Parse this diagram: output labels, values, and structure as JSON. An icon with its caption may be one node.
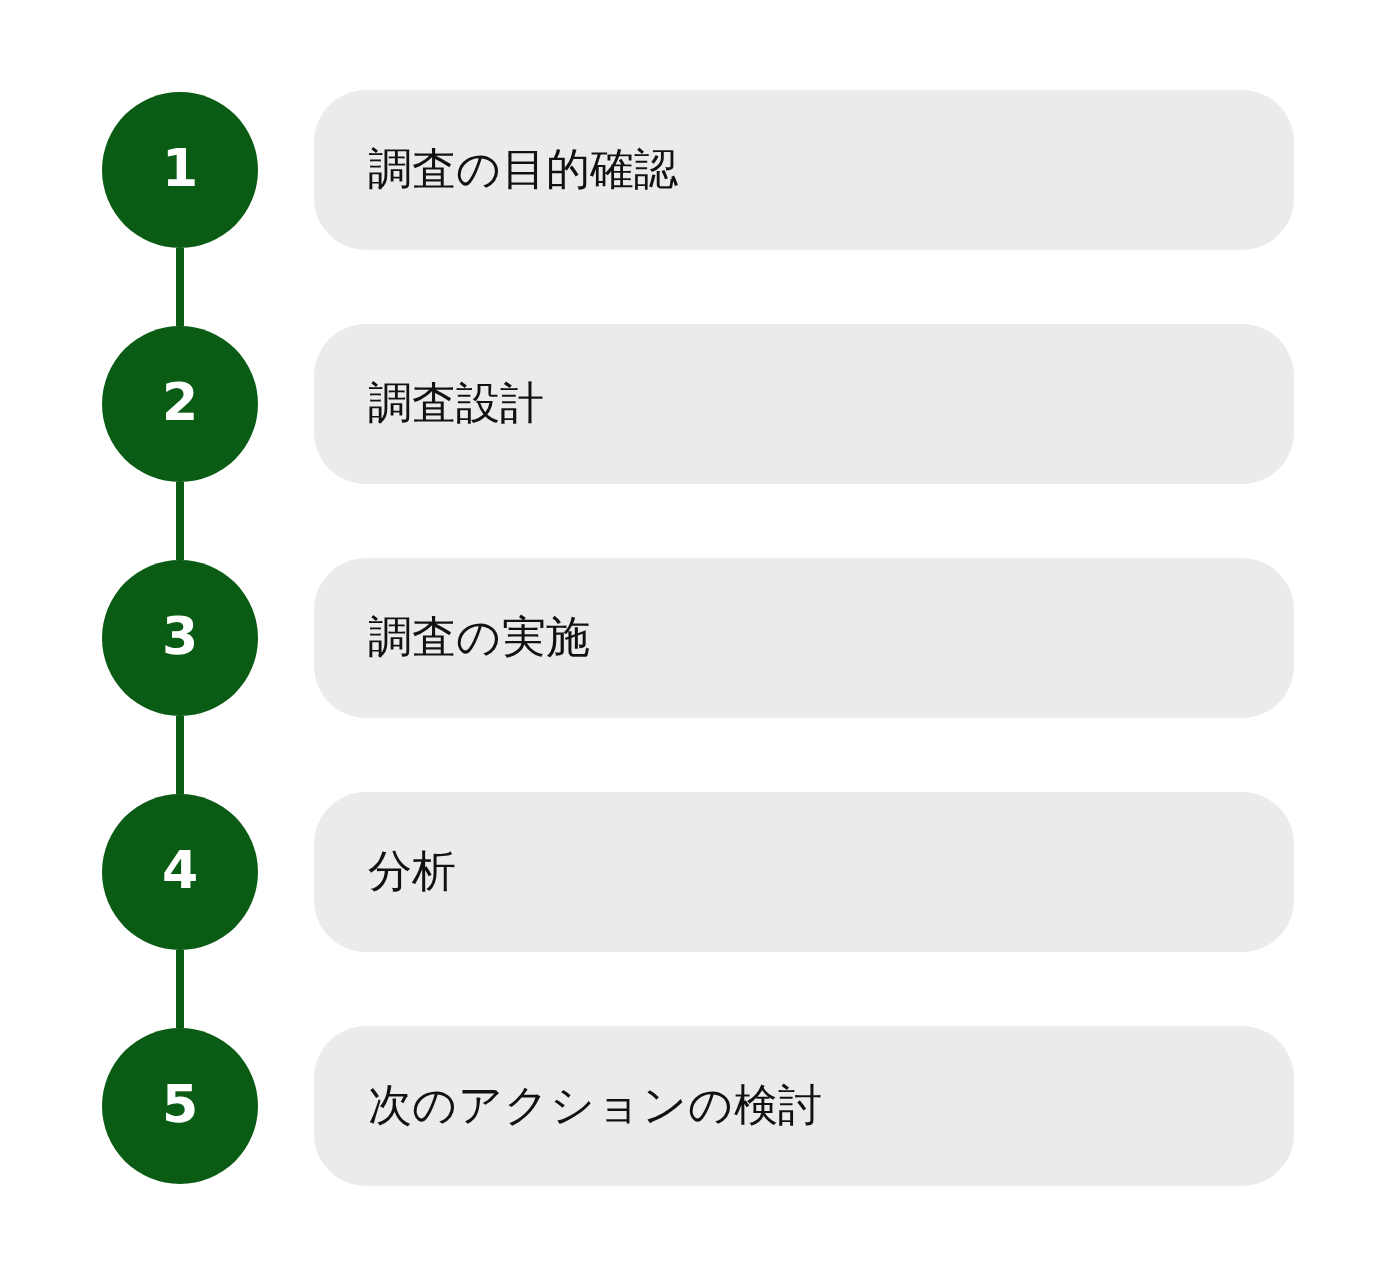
{
  "diagram": {
    "nodes": [
      {
        "text": [
          "1"
        ]
      },
      {
        "text": [
          "調査の目的確認"
        ]
      },
      {
        "text": [
          "2"
        ]
      },
      {
        "text": [
          "調査設計"
        ]
      },
      {
        "text": [
          "3"
        ]
      },
      {
        "text": [
          "調査の実施"
        ]
      },
      {
        "text": [
          "4"
        ]
      },
      {
        "text": [
          "分析"
        ]
      },
      {
        "text": [
          "5"
        ]
      },
      {
        "text": [
          "次のアクションの検討"
        ]
      }
    ],
    "edges": [
      {
        "from": 0,
        "to": 2,
        "arrow": "none"
      },
      {
        "from": 2,
        "to": 4,
        "arrow": "none"
      },
      {
        "from": 4,
        "to": 6,
        "arrow": "none"
      },
      {
        "from": 6,
        "to": 8,
        "arrow": "none"
      }
    ]
  }
}
